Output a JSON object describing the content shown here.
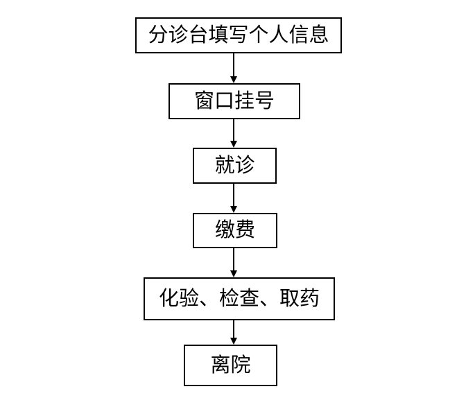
{
  "flowchart": {
    "type": "flowchart",
    "direction": "top-down",
    "colors": {
      "box_border": "#000000",
      "box_fill": "#ffffff",
      "text": "#000000",
      "arrow": "#000000",
      "background": "#ffffff"
    },
    "nodes": [
      {
        "id": "triage-fill-info",
        "label": "分诊台填写个人信息"
      },
      {
        "id": "window-register",
        "label": "窗口挂号"
      },
      {
        "id": "see-doctor",
        "label": "就诊"
      },
      {
        "id": "pay-fee",
        "label": "缴费"
      },
      {
        "id": "tests-exams-medicine",
        "label": "化验、检查、取药"
      },
      {
        "id": "leave-hospital",
        "label": "离院"
      }
    ],
    "edges": [
      {
        "from": "triage-fill-info",
        "to": "window-register"
      },
      {
        "from": "window-register",
        "to": "see-doctor"
      },
      {
        "from": "see-doctor",
        "to": "pay-fee"
      },
      {
        "from": "pay-fee",
        "to": "tests-exams-medicine"
      },
      {
        "from": "tests-exams-medicine",
        "to": "leave-hospital"
      }
    ]
  }
}
